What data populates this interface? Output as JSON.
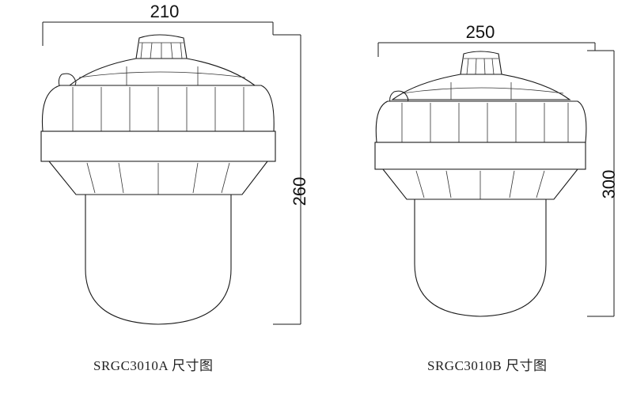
{
  "lamp_a": {
    "width_label": "210",
    "height_label": "260",
    "caption": "SRGC3010A 尺寸图"
  },
  "lamp_b": {
    "width_label": "250",
    "height_label": "300",
    "caption": "SRGC3010B 尺寸图"
  }
}
